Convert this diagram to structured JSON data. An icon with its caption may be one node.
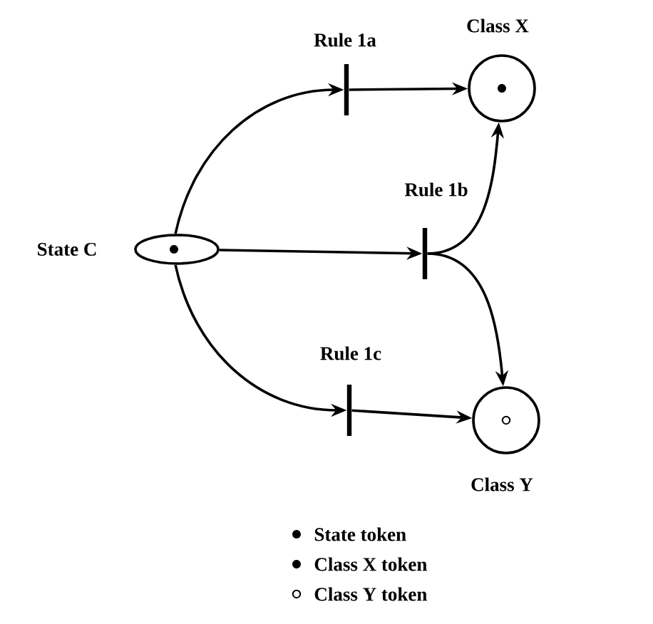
{
  "diagram": {
    "nodes": [
      {
        "text": [
          "State C"
        ]
      },
      {
        "text": [
          "Rule 1a"
        ]
      },
      {
        "text": [
          "Rule 1b"
        ]
      },
      {
        "text": [
          "Rule 1c"
        ]
      },
      {
        "text": [
          "Class X"
        ]
      },
      {
        "text": [
          "Class Y"
        ]
      }
    ],
    "edges": [
      {
        "from": 0,
        "to": 1,
        "arrow": "to"
      },
      {
        "from": 0,
        "to": 2,
        "arrow": "to"
      },
      {
        "from": 0,
        "to": 3,
        "arrow": "to"
      },
      {
        "from": 1,
        "to": 4,
        "arrow": "to"
      },
      {
        "from": 2,
        "to": 4,
        "arrow": "to"
      },
      {
        "from": 2,
        "to": 5,
        "arrow": "to"
      },
      {
        "from": 3,
        "to": 5,
        "arrow": "to"
      }
    ],
    "legend": [
      {
        "text": "State token"
      },
      {
        "text": "Class X token"
      },
      {
        "text": "Class Y token"
      }
    ]
  }
}
